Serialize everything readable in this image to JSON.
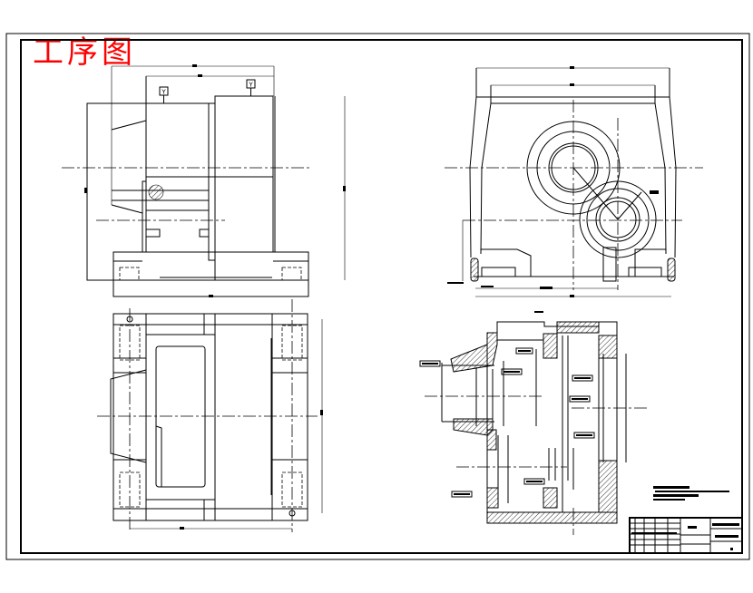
{
  "drawing": {
    "title": "工序图",
    "title_color": "#ff0000",
    "datum_labels": [
      "Y",
      "Y"
    ],
    "line_color": "#000000",
    "background": "#ffffff"
  }
}
